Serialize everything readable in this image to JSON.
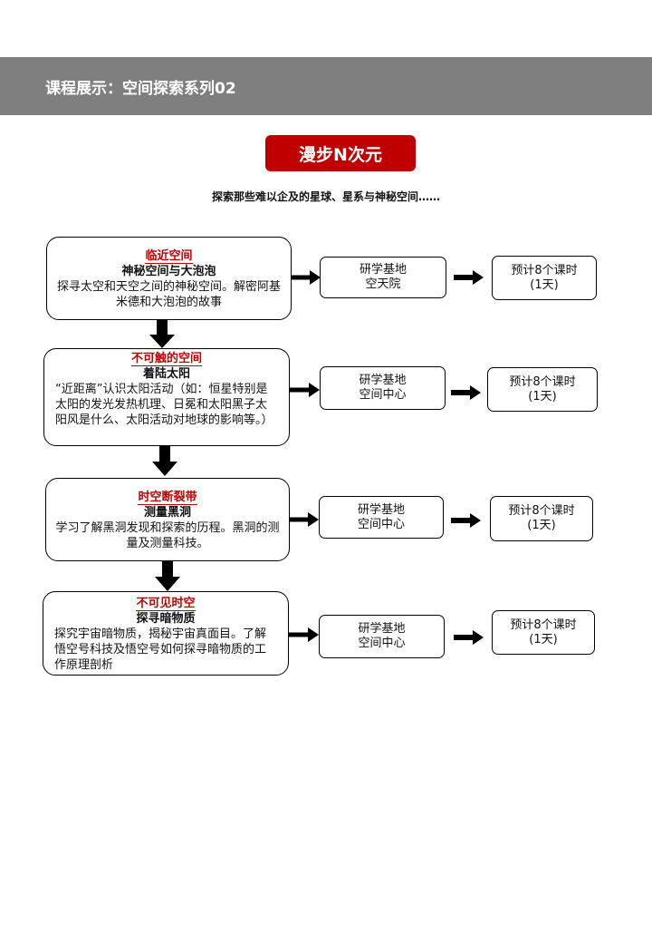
{
  "header": {
    "title": "课程展示：空间探索系列02"
  },
  "badge": {
    "title": "漫步N次元"
  },
  "subtitle": "探索那些难以企及的星球、星系与神秘空间……",
  "modules": [
    {
      "tag": "临近空间",
      "name": "神秘空间与大泡泡",
      "desc": "探寻太空和天空之间的神秘空间。解密阿基米德和大泡泡的故事",
      "base_label": "研学基地",
      "base_name": "空天院",
      "time_label": "预计8个课时",
      "time_days": "(1天)"
    },
    {
      "tag": "不可触的空间",
      "name": "着陆太阳",
      "desc": "“近距离”认识太阳活动（如：恒星特别是太阳的发光发热机理、日冕和太阳黑子太阳风是什么、太阳活动对地球的影响等。）",
      "base_label": "研学基地",
      "base_name": "空间中心",
      "time_label": "预计8个课时",
      "time_days": "(1天)"
    },
    {
      "tag": "时空断裂带",
      "name": "测量黑洞",
      "desc": "学习了解黑洞发现和探索的历程。黑洞的测量及测量科技。",
      "base_label": "研学基地",
      "base_name": "空间中心",
      "time_label": "预计8个课时",
      "time_days": "(1天)"
    },
    {
      "tag": "不可见时空",
      "name": "探寻暗物质",
      "desc": "探究宇宙暗物质，揭秘宇宙真面目。了解悟空号科技及悟空号如何探寻暗物质的工作原理剖析",
      "base_label": "研学基地",
      "base_name": "空间中心",
      "time_label": "预计8个课时",
      "time_days": "(1天)"
    }
  ]
}
